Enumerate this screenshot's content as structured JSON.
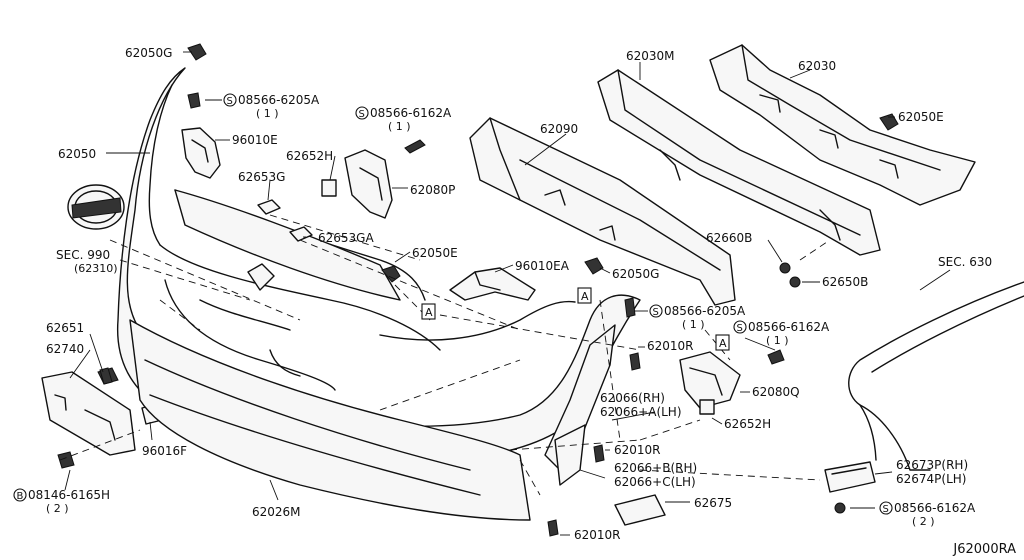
{
  "diagram_code": "J62000RA",
  "label_items": [
    {
      "id": "62050g_top",
      "text": "62050G"
    },
    {
      "id": "s1",
      "text": "08566-6205A",
      "sub": "( 1 )",
      "symbol": "S"
    },
    {
      "id": "96010e",
      "text": "96010E"
    },
    {
      "id": "62050",
      "text": "62050"
    },
    {
      "id": "62653g",
      "text": "62653G"
    },
    {
      "id": "sec990",
      "text": "SEC. 990",
      "sub": "(62310)"
    },
    {
      "id": "62653ga",
      "text": "62653GA"
    },
    {
      "id": "62652h_top",
      "text": "62652H"
    },
    {
      "id": "s2",
      "text": "08566-6162A",
      "sub": "( 1 )",
      "symbol": "S"
    },
    {
      "id": "62080p",
      "text": "62080P"
    },
    {
      "id": "62050e_mid",
      "text": "62050E"
    },
    {
      "id": "96010ea",
      "text": "96010EA"
    },
    {
      "id": "62050g_mid",
      "text": "62050G"
    },
    {
      "id": "62090",
      "text": "62090"
    },
    {
      "id": "62030m",
      "text": "62030M"
    },
    {
      "id": "62030",
      "text": "62030"
    },
    {
      "id": "62050e_right",
      "text": "62050E"
    },
    {
      "id": "62660b",
      "text": "62660B"
    },
    {
      "id": "62650b",
      "text": "62650B"
    },
    {
      "id": "sec630",
      "text": "SEC. 630"
    },
    {
      "id": "62651",
      "text": "62651"
    },
    {
      "id": "62740",
      "text": "62740"
    },
    {
      "id": "s3",
      "text": "08566-6205A",
      "sub": "( 1 )",
      "symbol": "S"
    },
    {
      "id": "s4",
      "text": "08566-6162A",
      "sub": "( 1 )",
      "symbol": "S"
    },
    {
      "id": "62010r_a",
      "text": "62010R"
    },
    {
      "id": "62080q",
      "text": "62080Q"
    },
    {
      "id": "62066_rh",
      "text": "62066(RH)"
    },
    {
      "id": "62066a_lh",
      "text": "62066+A(LH)"
    },
    {
      "id": "62652h_bot",
      "text": "62652H"
    },
    {
      "id": "62010r_b",
      "text": "62010R"
    },
    {
      "id": "62066b_rh",
      "text": "62066+B(RH)"
    },
    {
      "id": "62066c_lh",
      "text": "62066+C(LH)"
    },
    {
      "id": "96016f",
      "text": "96016F"
    },
    {
      "id": "b1",
      "text": "08146-6165H",
      "sub": "( 2 )",
      "symbol": "B"
    },
    {
      "id": "62026m",
      "text": "62026M"
    },
    {
      "id": "62675",
      "text": "62675"
    },
    {
      "id": "62010r_c",
      "text": "62010R"
    },
    {
      "id": "62673p_rh",
      "text": "62673P(RH)"
    },
    {
      "id": "62674p_lh",
      "text": "62674P(LH)"
    },
    {
      "id": "s5",
      "text": "08566-6162A",
      "sub": "( 2 )",
      "symbol": "S"
    }
  ],
  "ref_marks": [
    "A",
    "A",
    "A"
  ]
}
